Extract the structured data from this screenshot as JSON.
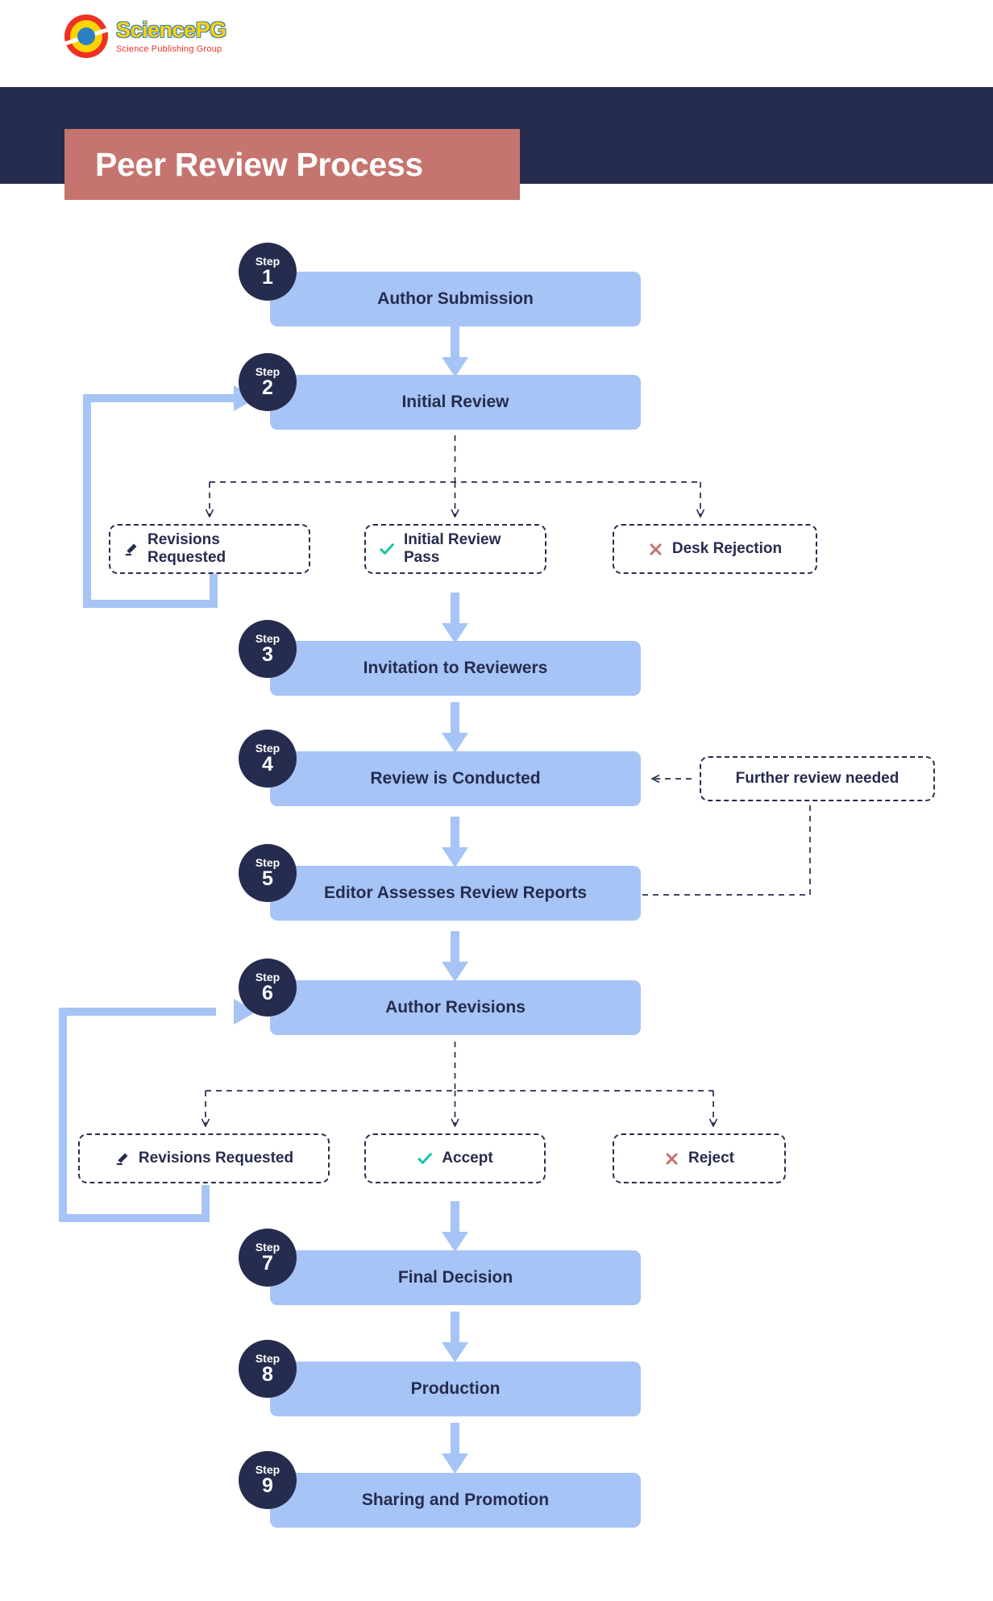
{
  "brand": {
    "logo_icon": "sciencepg-circle-logo",
    "name": "SciencePG",
    "tagline": "Science Publishing Group"
  },
  "header": {
    "title": "Peer Review Process",
    "band_color": "#262c4e",
    "plate_color": "#c57470"
  },
  "colors": {
    "step_box": "#a6c4f5",
    "step_badge": "#262c4e",
    "arrow_solid": "#a6c4f5",
    "arrow_dashed": "#262c4e",
    "check": "#17c4a5",
    "cross": "#c57470",
    "pencil": "#262c4e",
    "text": "#262c4e"
  },
  "chart_data": {
    "type": "diagram",
    "title": "Peer Review Process",
    "steps": [
      {
        "number": "1",
        "word": "Step",
        "label": "Author Submission"
      },
      {
        "number": "2",
        "word": "Step",
        "label": "Initial Review"
      },
      {
        "number": "3",
        "word": "Step",
        "label": "Invitation to Reviewers"
      },
      {
        "number": "4",
        "word": "Step",
        "label": "Review is Conducted"
      },
      {
        "number": "5",
        "word": "Step",
        "label": "Editor Assesses Review Reports"
      },
      {
        "number": "6",
        "word": "Step",
        "label": "Author Revisions"
      },
      {
        "number": "7",
        "word": "Step",
        "label": "Final Decision"
      },
      {
        "number": "8",
        "word": "Step",
        "label": "Production"
      },
      {
        "number": "9",
        "word": "Step",
        "label": "Sharing and Promotion"
      }
    ],
    "branches_after_step2": [
      {
        "icon": "pencil-icon",
        "label": "Revisions Requested"
      },
      {
        "icon": "check-icon",
        "label": "Initial Review Pass"
      },
      {
        "icon": "cross-icon",
        "label": "Desk Rejection"
      }
    ],
    "branches_after_step6": [
      {
        "icon": "pencil-icon",
        "label": "Revisions Requested"
      },
      {
        "icon": "check-icon",
        "label": "Accept"
      },
      {
        "icon": "cross-icon",
        "label": "Reject"
      }
    ],
    "notes": [
      {
        "label": "Further review needed"
      }
    ],
    "edges": [
      {
        "from": "Author Submission",
        "to": "Initial Review",
        "style": "solid"
      },
      {
        "from": "Initial Review",
        "to": "Revisions Requested",
        "style": "dashed"
      },
      {
        "from": "Initial Review",
        "to": "Initial Review Pass",
        "style": "dashed"
      },
      {
        "from": "Initial Review",
        "to": "Desk Rejection",
        "style": "dashed"
      },
      {
        "from": "Revisions Requested",
        "to": "Initial Review",
        "style": "solid-loop"
      },
      {
        "from": "Initial Review Pass",
        "to": "Invitation to Reviewers",
        "style": "solid"
      },
      {
        "from": "Invitation to Reviewers",
        "to": "Review is Conducted",
        "style": "solid"
      },
      {
        "from": "Review is Conducted",
        "to": "Editor Assesses Review Reports",
        "style": "solid"
      },
      {
        "from": "Editor Assesses Review Reports",
        "to": "Further review needed",
        "style": "dashed"
      },
      {
        "from": "Further review needed",
        "to": "Review is Conducted",
        "style": "dashed"
      },
      {
        "from": "Editor Assesses Review Reports",
        "to": "Author Revisions",
        "style": "solid"
      },
      {
        "from": "Author Revisions",
        "to": "Revisions Requested",
        "style": "dashed"
      },
      {
        "from": "Author Revisions",
        "to": "Accept",
        "style": "dashed"
      },
      {
        "from": "Author Revisions",
        "to": "Reject",
        "style": "dashed"
      },
      {
        "from": "Revisions Requested",
        "to": "Author Revisions",
        "style": "solid-loop"
      },
      {
        "from": "Accept",
        "to": "Final Decision",
        "style": "solid"
      },
      {
        "from": "Final Decision",
        "to": "Production",
        "style": "solid"
      },
      {
        "from": "Production",
        "to": "Sharing and Promotion",
        "style": "solid"
      }
    ]
  }
}
